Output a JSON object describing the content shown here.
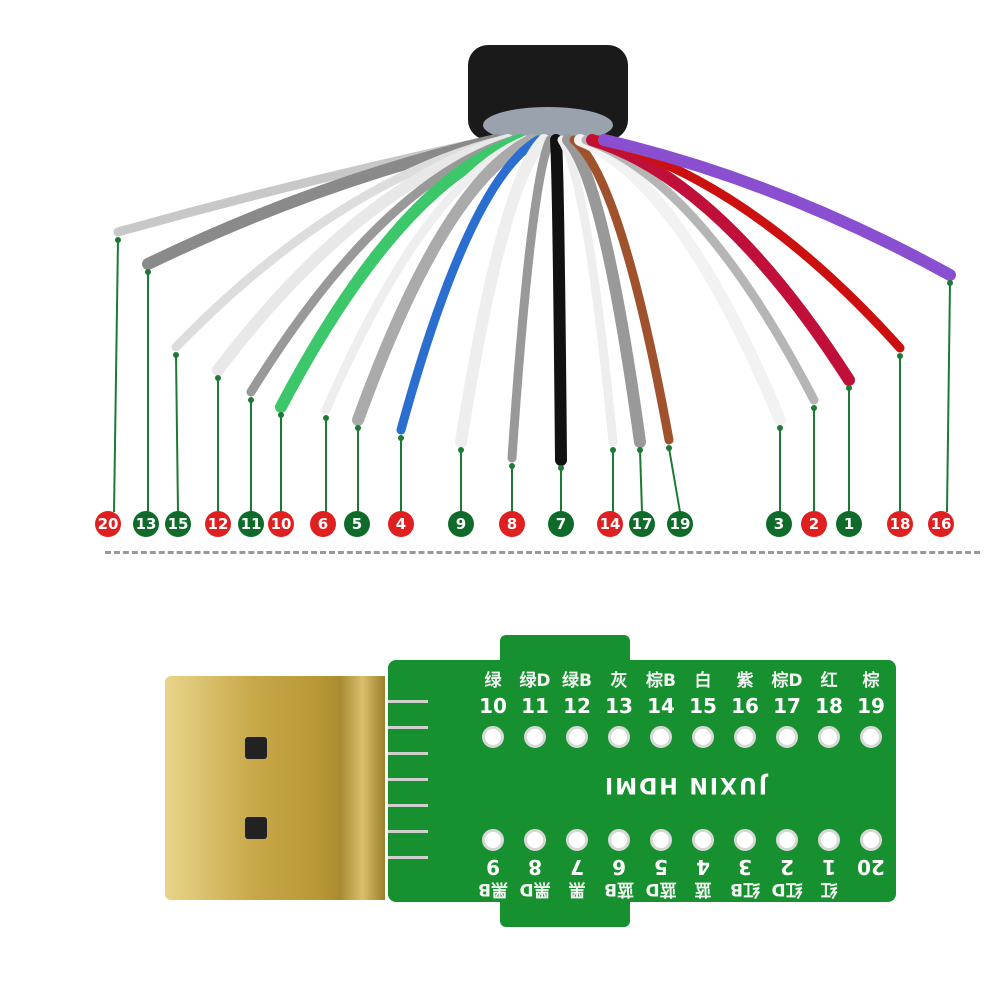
{
  "wire_labels": [
    {
      "num": "20",
      "color": "#e02020"
    },
    {
      "num": "13",
      "color": "#0f6b2a"
    },
    {
      "num": "15",
      "color": "#0f6b2a"
    },
    {
      "num": "12",
      "color": "#e02020"
    },
    {
      "num": "11",
      "color": "#0f6b2a"
    },
    {
      "num": "10",
      "color": "#e02020"
    },
    {
      "num": "6",
      "color": "#e02020"
    },
    {
      "num": "5",
      "color": "#0f6b2a"
    },
    {
      "num": "4",
      "color": "#e02020"
    },
    {
      "num": "9",
      "color": "#0f6b2a"
    },
    {
      "num": "8",
      "color": "#e02020"
    },
    {
      "num": "7",
      "color": "#0f6b2a"
    },
    {
      "num": "14",
      "color": "#e02020"
    },
    {
      "num": "17",
      "color": "#0f6b2a"
    },
    {
      "num": "19",
      "color": "#0f6b2a"
    },
    {
      "num": "3",
      "color": "#0f6b2a"
    },
    {
      "num": "2",
      "color": "#e02020"
    },
    {
      "num": "1",
      "color": "#0f6b2a"
    },
    {
      "num": "18",
      "color": "#e02020"
    },
    {
      "num": "16",
      "color": "#e02020"
    }
  ],
  "pcb": {
    "brand": "JUXIN HDMI",
    "top_row": [
      {
        "label": "绿",
        "num": "10"
      },
      {
        "label": "绿D",
        "num": "11"
      },
      {
        "label": "绿B",
        "num": "12"
      },
      {
        "label": "灰",
        "num": "13"
      },
      {
        "label": "棕B",
        "num": "14"
      },
      {
        "label": "白",
        "num": "15"
      },
      {
        "label": "紫",
        "num": "16"
      },
      {
        "label": "棕D",
        "num": "17"
      },
      {
        "label": "红",
        "num": "18"
      },
      {
        "label": "棕",
        "num": "19"
      }
    ],
    "bottom_row": [
      {
        "label": "黑B",
        "num": "9"
      },
      {
        "label": "黑D",
        "num": "8"
      },
      {
        "label": "黑",
        "num": "7"
      },
      {
        "label": "蓝B",
        "num": "6"
      },
      {
        "label": "蓝D",
        "num": "5"
      },
      {
        "label": "蓝",
        "num": "4"
      },
      {
        "label": "红B",
        "num": "3"
      },
      {
        "label": "红D",
        "num": "2"
      },
      {
        "label": "红",
        "num": "1"
      },
      {
        "label": "",
        "num": "20"
      }
    ]
  }
}
